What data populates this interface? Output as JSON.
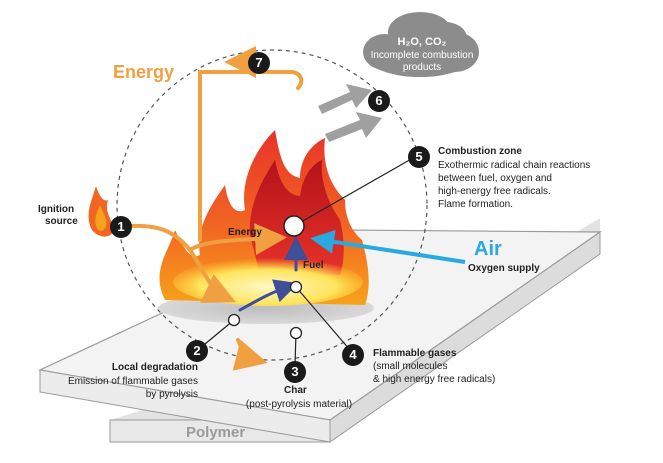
{
  "energy_title": "Energy",
  "air_title": "Air",
  "oxygen_supply": "Oxygen supply",
  "fuel_label": "Fuel",
  "energy_label": "Energy",
  "ignition": {
    "line1": "Ignition",
    "line2": "source"
  },
  "cloud": {
    "formula": "H₂O, CO₂",
    "line2": "Incomplete combustion",
    "line3": "products"
  },
  "combustion_zone": {
    "title": "Combustion zone",
    "lines": [
      "Exothermic radical chain reactions",
      "between fuel, oxygen and",
      "high-energy free radicals.",
      "Flame formation."
    ]
  },
  "local_degradation": {
    "title": "Local degradation",
    "lines": [
      "Emission of flammable gases",
      "by pyrolysis"
    ]
  },
  "char": {
    "title": "Char",
    "sub": "(post-pyrolysis material)"
  },
  "flammable_gases": {
    "title": "Flammable gases",
    "lines": [
      "(small molecules",
      "& high energy free radicals)"
    ]
  },
  "polymer": "Polymer",
  "steps": [
    "1",
    "2",
    "3",
    "4",
    "5",
    "6",
    "7"
  ],
  "colors": {
    "energy": "#f0a040",
    "air": "#2aa8e0",
    "arrow_blue": "#3d4f9a",
    "cloud": "#8c8c8c",
    "grey_arrow": "#9a9a9a"
  }
}
